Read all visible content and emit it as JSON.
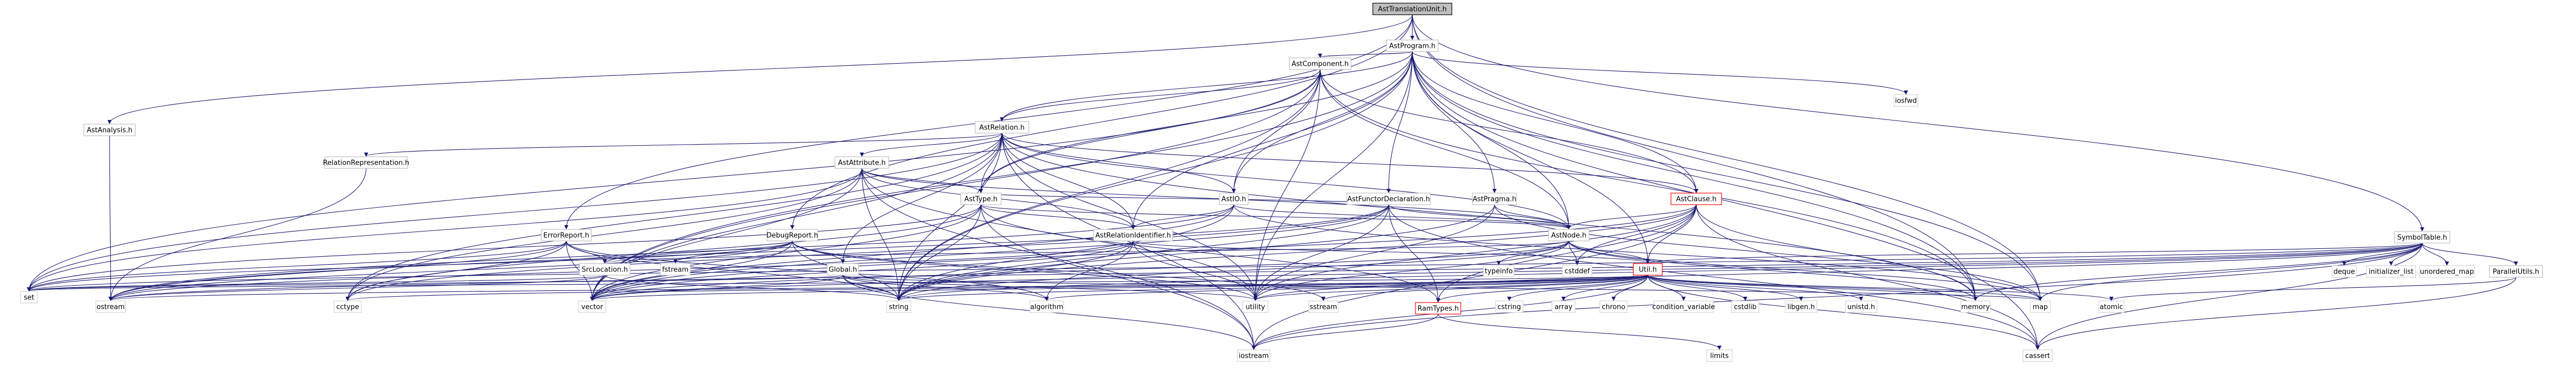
{
  "graph": {
    "nodes": [
      {
        "id": "root",
        "label": "AstTranslationUnit.h",
        "root": true
      },
      {
        "id": "program",
        "label": "AstProgram.h"
      },
      {
        "id": "analysis",
        "label": "AstAnalysis.h"
      },
      {
        "id": "symtab",
        "label": "SymbolTable.h"
      },
      {
        "id": "component",
        "label": "AstComponent.h"
      },
      {
        "id": "iosfwd",
        "label": "iosfwd",
        "lib": true
      },
      {
        "id": "relation",
        "label": "AstRelation.h"
      },
      {
        "id": "relrep",
        "label": "RelationRepresentation.h"
      },
      {
        "id": "attribute",
        "label": "AstAttribute.h"
      },
      {
        "id": "type",
        "label": "AstType.h"
      },
      {
        "id": "io",
        "label": "AstIO.h"
      },
      {
        "id": "functor",
        "label": "AstFunctorDeclaration.h"
      },
      {
        "id": "pragma",
        "label": "AstPragma.h"
      },
      {
        "id": "clause",
        "label": "AstClause.h",
        "red": true
      },
      {
        "id": "errorrep",
        "label": "ErrorReport.h"
      },
      {
        "id": "debugrep",
        "label": "DebugReport.h"
      },
      {
        "id": "relid",
        "label": "AstRelationIdentifier.h"
      },
      {
        "id": "astnode",
        "label": "AstNode.h"
      },
      {
        "id": "srcloc",
        "label": "SrcLocation.h"
      },
      {
        "id": "global",
        "label": "Global.h"
      },
      {
        "id": "fstream",
        "label": "fstream",
        "lib": true
      },
      {
        "id": "util",
        "label": "Util.h",
        "red": true
      },
      {
        "id": "ramtypes",
        "label": "RamTypes.h",
        "red": true
      },
      {
        "id": "parallel",
        "label": "ParallelUtils.h"
      },
      {
        "id": "typeinfo",
        "label": "typeinfo",
        "lib": true
      },
      {
        "id": "cstddef",
        "label": "cstddef",
        "lib": true
      },
      {
        "id": "set",
        "label": "set",
        "lib": true
      },
      {
        "id": "ostream",
        "label": "ostream",
        "lib": true
      },
      {
        "id": "cctype",
        "label": "cctype",
        "lib": true
      },
      {
        "id": "vector",
        "label": "vector",
        "lib": true
      },
      {
        "id": "string",
        "label": "string",
        "lib": true
      },
      {
        "id": "algorithm",
        "label": "algorithm",
        "lib": true
      },
      {
        "id": "utility",
        "label": "utility",
        "lib": true
      },
      {
        "id": "sstream",
        "label": "sstream",
        "lib": true
      },
      {
        "id": "cstring",
        "label": "cstring",
        "lib": true
      },
      {
        "id": "array",
        "label": "array",
        "lib": true
      },
      {
        "id": "chrono",
        "label": "chrono",
        "lib": true
      },
      {
        "id": "condvar",
        "label": "condition_variable",
        "lib": true
      },
      {
        "id": "cstdlib",
        "label": "cstdlib",
        "lib": true
      },
      {
        "id": "libgen",
        "label": "libgen.h",
        "lib": true
      },
      {
        "id": "unistd",
        "label": "unistd.h",
        "lib": true
      },
      {
        "id": "memory",
        "label": "memory",
        "lib": true
      },
      {
        "id": "map",
        "label": "map",
        "lib": true
      },
      {
        "id": "atomic",
        "label": "atomic",
        "lib": true
      },
      {
        "id": "cassert",
        "label": "cassert",
        "lib": true
      },
      {
        "id": "iostream",
        "label": "iostream",
        "lib": true
      },
      {
        "id": "limits",
        "label": "limits",
        "lib": true
      },
      {
        "id": "deque",
        "label": "deque",
        "lib": true
      },
      {
        "id": "initlist",
        "label": "initializer_list",
        "lib": true
      },
      {
        "id": "umap",
        "label": "unordered_map",
        "lib": true
      }
    ],
    "edges": [
      [
        "root",
        "program"
      ],
      [
        "root",
        "analysis"
      ],
      [
        "root",
        "symtab"
      ],
      [
        "root",
        "errorrep"
      ],
      [
        "root",
        "debugrep"
      ],
      [
        "root",
        "memory"
      ],
      [
        "root",
        "map"
      ],
      [
        "analysis",
        "ostream"
      ],
      [
        "program",
        "component"
      ],
      [
        "program",
        "relation"
      ],
      [
        "program",
        "type"
      ],
      [
        "program",
        "io"
      ],
      [
        "program",
        "functor"
      ],
      [
        "program",
        "pragma"
      ],
      [
        "program",
        "clause"
      ],
      [
        "program",
        "astnode"
      ],
      [
        "program",
        "util"
      ],
      [
        "program",
        "relid"
      ],
      [
        "program",
        "iosfwd"
      ],
      [
        "program",
        "memory"
      ],
      [
        "program",
        "map"
      ],
      [
        "program",
        "string"
      ],
      [
        "program",
        "vector"
      ],
      [
        "program",
        "utility"
      ],
      [
        "program",
        "cassert"
      ],
      [
        "component",
        "relation"
      ],
      [
        "component",
        "type"
      ],
      [
        "component",
        "io"
      ],
      [
        "component",
        "clause"
      ],
      [
        "component",
        "astnode"
      ],
      [
        "component",
        "memory"
      ],
      [
        "component",
        "string"
      ],
      [
        "component",
        "vector"
      ],
      [
        "component",
        "utility"
      ],
      [
        "component",
        "set"
      ],
      [
        "relation",
        "relrep"
      ],
      [
        "relation",
        "attribute"
      ],
      [
        "relation",
        "type"
      ],
      [
        "relation",
        "io"
      ],
      [
        "relation",
        "clause"
      ],
      [
        "relation",
        "astnode"
      ],
      [
        "relation",
        "relid"
      ],
      [
        "relation",
        "global"
      ],
      [
        "relation",
        "memory"
      ],
      [
        "relation",
        "string"
      ],
      [
        "relation",
        "vector"
      ],
      [
        "relation",
        "set"
      ],
      [
        "relation",
        "cctype"
      ],
      [
        "relation",
        "iostream"
      ],
      [
        "relation",
        "utility"
      ],
      [
        "relrep",
        "ostream"
      ],
      [
        "attribute",
        "type"
      ],
      [
        "attribute",
        "astnode"
      ],
      [
        "attribute",
        "relid"
      ],
      [
        "attribute",
        "string"
      ],
      [
        "attribute",
        "vector"
      ],
      [
        "attribute",
        "set"
      ],
      [
        "attribute",
        "cctype"
      ],
      [
        "attribute",
        "iostream"
      ],
      [
        "attribute",
        "utility"
      ],
      [
        "type",
        "astnode"
      ],
      [
        "type",
        "relid"
      ],
      [
        "type",
        "ramtypes"
      ],
      [
        "type",
        "string"
      ],
      [
        "type",
        "vector"
      ],
      [
        "type",
        "set"
      ],
      [
        "type",
        "cctype"
      ],
      [
        "type",
        "iostream"
      ],
      [
        "io",
        "astnode"
      ],
      [
        "io",
        "relid"
      ],
      [
        "io",
        "map"
      ],
      [
        "io",
        "string"
      ],
      [
        "io",
        "vector"
      ],
      [
        "io",
        "ostream"
      ],
      [
        "functor",
        "astnode"
      ],
      [
        "functor",
        "type"
      ],
      [
        "functor",
        "ramtypes"
      ],
      [
        "functor",
        "utility"
      ],
      [
        "functor",
        "string"
      ],
      [
        "functor",
        "vector"
      ],
      [
        "functor",
        "cctype"
      ],
      [
        "functor",
        "ostream"
      ],
      [
        "functor",
        "cassert"
      ],
      [
        "pragma",
        "astnode"
      ],
      [
        "pragma",
        "string"
      ],
      [
        "pragma",
        "utility"
      ],
      [
        "pragma",
        "map"
      ],
      [
        "clause",
        "astnode"
      ],
      [
        "clause",
        "util"
      ],
      [
        "clause",
        "ramtypes"
      ],
      [
        "clause",
        "memory"
      ],
      [
        "clause",
        "string"
      ],
      [
        "clause",
        "vector"
      ],
      [
        "clause",
        "utility"
      ],
      [
        "clause",
        "cassert"
      ],
      [
        "clause",
        "cstddef"
      ],
      [
        "clause",
        "iostream"
      ],
      [
        "errorrep",
        "srcloc"
      ],
      [
        "errorrep",
        "algorithm"
      ],
      [
        "errorrep",
        "string"
      ],
      [
        "errorrep",
        "vector"
      ],
      [
        "errorrep",
        "set"
      ],
      [
        "errorrep",
        "ostream"
      ],
      [
        "errorrep",
        "cctype"
      ],
      [
        "debugrep",
        "global"
      ],
      [
        "debugrep",
        "srcloc"
      ],
      [
        "debugrep",
        "fstream"
      ],
      [
        "debugrep",
        "string"
      ],
      [
        "debugrep",
        "vector"
      ],
      [
        "debugrep",
        "set"
      ],
      [
        "debugrep",
        "ostream"
      ],
      [
        "debugrep",
        "utility"
      ],
      [
        "debugrep",
        "sstream"
      ],
      [
        "relid",
        "util"
      ],
      [
        "relid",
        "string"
      ],
      [
        "relid",
        "vector"
      ],
      [
        "relid",
        "algorithm"
      ],
      [
        "relid",
        "utility"
      ],
      [
        "relid",
        "ostream"
      ],
      [
        "astnode",
        "srcloc"
      ],
      [
        "astnode",
        "util"
      ],
      [
        "astnode",
        "typeinfo"
      ],
      [
        "astnode",
        "cstddef"
      ],
      [
        "astnode",
        "map"
      ],
      [
        "astnode",
        "memory"
      ],
      [
        "astnode",
        "string"
      ],
      [
        "astnode",
        "vector"
      ],
      [
        "astnode",
        "utility"
      ],
      [
        "srcloc",
        "string"
      ],
      [
        "srcloc",
        "ostream"
      ],
      [
        "srcloc",
        "set"
      ],
      [
        "global",
        "string"
      ],
      [
        "global",
        "vector"
      ],
      [
        "global",
        "map"
      ],
      [
        "global",
        "iostream"
      ],
      [
        "global",
        "algorithm"
      ],
      [
        "global",
        "utility"
      ],
      [
        "global",
        "set"
      ],
      [
        "util",
        "ramtypes"
      ],
      [
        "util",
        "algorithm"
      ],
      [
        "util",
        "array"
      ],
      [
        "util",
        "atomic"
      ],
      [
        "util",
        "cassert"
      ],
      [
        "util",
        "cctype"
      ],
      [
        "util",
        "chrono"
      ],
      [
        "util",
        "condvar"
      ],
      [
        "util",
        "cstdlib"
      ],
      [
        "util",
        "cstring"
      ],
      [
        "util",
        "iostream"
      ],
      [
        "util",
        "libgen"
      ],
      [
        "util",
        "map"
      ],
      [
        "util",
        "memory"
      ],
      [
        "util",
        "set"
      ],
      [
        "util",
        "sstream"
      ],
      [
        "util",
        "string"
      ],
      [
        "util",
        "unistd"
      ],
      [
        "util",
        "utility"
      ],
      [
        "util",
        "vector"
      ],
      [
        "util",
        "ostream"
      ],
      [
        "ramtypes",
        "cstdint_placeholder"
      ],
      [
        "ramtypes",
        "limits"
      ],
      [
        "ramtypes",
        "iostream"
      ],
      [
        "symtab",
        "parallel"
      ],
      [
        "symtab",
        "util"
      ],
      [
        "symtab",
        "deque"
      ],
      [
        "symtab",
        "initlist"
      ],
      [
        "symtab",
        "umap"
      ],
      [
        "symtab",
        "map"
      ],
      [
        "symtab",
        "cassert"
      ],
      [
        "symtab",
        "memory"
      ],
      [
        "symtab",
        "string"
      ],
      [
        "symtab",
        "iostream"
      ],
      [
        "symtab",
        "vector"
      ],
      [
        "symtab",
        "set"
      ],
      [
        "symtab",
        "ostream"
      ],
      [
        "symtab",
        "utility"
      ],
      [
        "parallel",
        "atomic"
      ],
      [
        "parallel",
        "cassert"
      ]
    ]
  }
}
